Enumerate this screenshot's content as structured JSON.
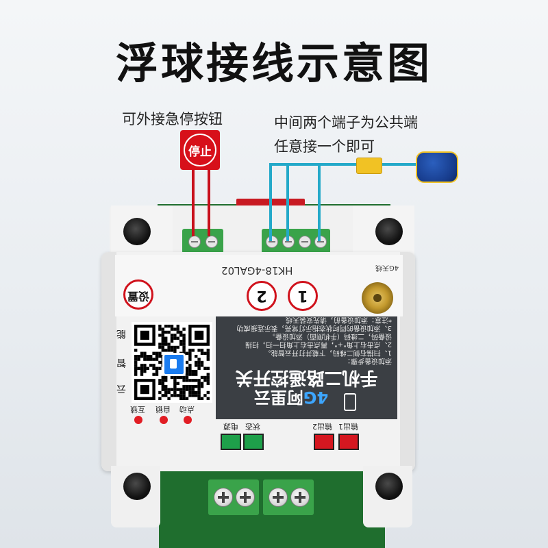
{
  "title": "浮球接线示意图",
  "annotations": {
    "stop_note": "可外接急停按钮",
    "common_note_line1": "中间两个端子为公共端",
    "common_note_line2": "任意接一个即可"
  },
  "stop_button": {
    "label": "停止",
    "color": "#d7101a"
  },
  "wires": {
    "stop_color": "#c8101c",
    "float_color": "#24a9c9"
  },
  "device": {
    "model": "HK18-4GAL02",
    "antenna_label": "4G天线",
    "reset_button": "设置",
    "channel_buttons": [
      "2",
      "1"
    ],
    "brand": {
      "network": "4G",
      "name": "阿里云"
    },
    "product_name": "手机二路遥控开关",
    "instructions": [
      "添加设备步骤：",
      "1、扫描右侧二维码，下载并打开云智能。",
      "2、点击右上角\"+\"，再点击右上角扫一扫，扫描",
      "设备码，二维码（手机侧面）添加设备。",
      "3、添加设备的同时状态指示灯常亮，表示连接成功",
      "*注意：添加设备前，请先安装天线"
    ],
    "side_label": [
      "云",
      "智",
      "能"
    ],
    "modes": [
      "点动",
      "自锁",
      "互锁"
    ],
    "indicators": [
      "电源",
      "状态",
      "输出1",
      "输出2"
    ],
    "accent_colors": {
      "indicator_green": "#1ea04a",
      "indicator_red": "#d51720",
      "terminal_green": "#3aa34a"
    }
  }
}
